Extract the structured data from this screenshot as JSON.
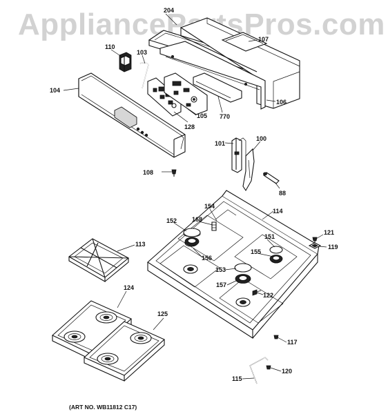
{
  "watermark": "AppliancePartsPros.com",
  "art_number": "(ART NO. WB11812 C17)",
  "callouts": {
    "p204": "204",
    "p107": "107",
    "p110": "110",
    "p103": "103",
    "p104": "104",
    "p106": "106",
    "p770": "770",
    "p105": "105",
    "p128": "128",
    "p101": "101",
    "p100": "100",
    "p108": "108",
    "p88": "88",
    "p154": "154",
    "p114": "114",
    "p152": "152",
    "p168": "168",
    "p151": "151",
    "p121": "121",
    "p113": "113",
    "p119": "119",
    "p156": "156",
    "p155": "155",
    "p153": "153",
    "p157": "157",
    "p122": "122",
    "p124": "124",
    "p125": "125",
    "p117": "117",
    "p120": "120",
    "p115": "115"
  }
}
